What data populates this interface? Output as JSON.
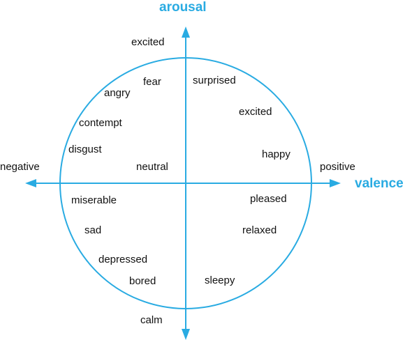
{
  "colors": {
    "accent": "#29abe2",
    "text": "#111111"
  },
  "axes": {
    "vertical_title": "arousal",
    "horizontal_title": "valence",
    "left_end": "negative",
    "right_end": "positive",
    "top_end": "excited",
    "bottom_end": "calm"
  },
  "emotions": {
    "fear": "fear",
    "angry": "angry",
    "contempt": "contempt",
    "disgust": "disgust",
    "neutral": "neutral",
    "surprised": "surprised",
    "excited": "excited",
    "happy": "happy",
    "miserable": "miserable",
    "sad": "sad",
    "depressed": "depressed",
    "bored": "bored",
    "pleased": "pleased",
    "relaxed": "relaxed",
    "sleepy": "sleepy"
  }
}
